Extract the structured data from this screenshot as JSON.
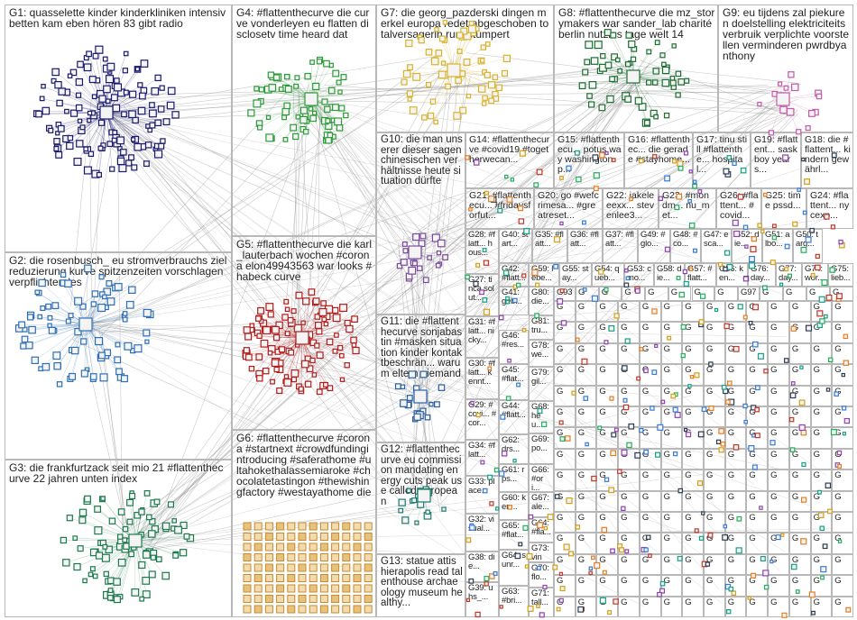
{
  "colors": {
    "background": "#ffffff",
    "border": "#b8b8b8",
    "edge": "#8a8a8a",
    "G1": "#1a1a6e",
    "G2": "#2e6fb5",
    "G3": "#1e7a4e",
    "G4": "#2e9b3a",
    "G5": "#b21d1d",
    "G6": "#c98a2e",
    "G7": "#d8b32c",
    "G8": "#1e6e33",
    "G9": "#c65aa8"
  },
  "groups": [
    {
      "id": "G1",
      "label": "G1: quasselette kinder kinderkliniken intensivbetten kam eben hören 83 gibt radio"
    },
    {
      "id": "G2",
      "label": "G2: die rosenbusch_ eu stromverbrauchs ziel reduzierung kurve spitzenzeiten vorschlagen verpflichtendes"
    },
    {
      "id": "G3",
      "label": "G3: die frankfurtzack seit mio 21 #flattenthecurve 22 jahren unten index"
    },
    {
      "id": "G4",
      "label": "G4: #flattenthecurve die curve vonderleyen eu flatten disclosetv time heard dat"
    },
    {
      "id": "G5",
      "label": "G5: #flattenthecurve die karl_lauterbach wochen #corona elon49943563 war looks #habeck curve"
    },
    {
      "id": "G6",
      "label": "G6: #flattenthecurve #corona #startnext #crowdfundingintroducing #saferathome #ultahokethalassemiaroke #chocolatetastingon #thewishingfactory #westayathome die"
    },
    {
      "id": "G7",
      "label": "G7: die georg_pazderski dingen merkel europa redet abgeschoben totalversagerin rum stumpert"
    },
    {
      "id": "G8",
      "label": "G8: #flattenthecurve die mz_storymakers war sander_lab charitéberlin nutzlos tage welt 14"
    },
    {
      "id": "G9",
      "label": "G9: eu tijdens zal piekuren doelstelling elektriciteitsverbruik verplichte voorstellen verminderen pwrdbyanthony"
    },
    {
      "id": "G10",
      "label": "G10: die man unserer dieser sagen chinesischen verhältnisse heute situation dürfte"
    },
    {
      "id": "G11",
      "label": "G11: die #flattenthecurve sonjabastin #masken situation kinder kontaktbeschrän... warum eltern niemand"
    },
    {
      "id": "G12",
      "label": "G12: #flattenthecurve eu commission mandating energy cuts peak use called european"
    },
    {
      "id": "G13",
      "label": "G13: statue attis hierapolis read talenthouse archaeology museum healthy..."
    },
    {
      "id": "G14",
      "label": "G14: #flattenthecurve #covid19 #togetherwecan..."
    },
    {
      "id": "G15",
      "label": "G15: #flattenthecu... potus way washingtonp..."
    },
    {
      "id": "G16",
      "label": "G16: #flattenthec... die gerade #stayhome..."
    },
    {
      "id": "G17",
      "label": "G17: tinu still #flattenthe... hospital..."
    },
    {
      "id": "G19",
      "label": "G19: #flattent... saskboy years..."
    },
    {
      "id": "G18",
      "label": "G18: die #flattent... kindern gewährl..."
    },
    {
      "id": "G21",
      "label": "G21: #flattenthecu... #fridaysforfut..."
    },
    {
      "id": "G20",
      "label": "G20: go #wefcrimesa... #greatreset..."
    },
    {
      "id": "G22",
      "label": "G22: jakeleeexx... stevenlee3..."
    },
    {
      "id": "G23",
      "label": "G23: #mondm... nu_met..."
    },
    {
      "id": "G26",
      "label": "G26: #flattent... #covid..."
    },
    {
      "id": "G25",
      "label": "G25: time pssd..."
    },
    {
      "id": "G24",
      "label": "G24: #flattent... nycexp..."
    },
    {
      "id": "G28",
      "label": "G28: #flatt... hous..."
    },
    {
      "id": "G40",
      "label": "G40: start..."
    },
    {
      "id": "G35",
      "label": "G35: #flatt..."
    },
    {
      "id": "G36",
      "label": "G36: #flatt..."
    },
    {
      "id": "G37",
      "label": "G37: #flatt..."
    },
    {
      "id": "G49",
      "label": "G49: #glo..."
    },
    {
      "id": "G48",
      "label": "G48: #co..."
    },
    {
      "id": "G47",
      "label": "G47: esca..."
    },
    {
      "id": "G52",
      "label": "G52: die..."
    },
    {
      "id": "G51",
      "label": "G51: albo..."
    },
    {
      "id": "G50",
      "label": "G50: targ..."
    },
    {
      "id": "G27",
      "label": "G27: tinca solut..."
    },
    {
      "id": "G42",
      "label": "G42: #flatt..."
    },
    {
      "id": "G59",
      "label": "G59: lebe..."
    },
    {
      "id": "G55",
      "label": "G55: stay..."
    },
    {
      "id": "G54",
      "label": "G54: queb..."
    },
    {
      "id": "G53",
      "label": "G53: cmo..."
    },
    {
      "id": "G58",
      "label": "G58: die..."
    },
    {
      "id": "G57",
      "label": "G57: #flatt..."
    },
    {
      "id": "G56",
      "label": "G56: ken..."
    },
    {
      "id": "G76",
      "label": "G76: day..."
    },
    {
      "id": "G77",
      "label": "G77: day..."
    },
    {
      "id": "G74",
      "label": "G74: wor..."
    },
    {
      "id": "G75",
      "label": "G75: lieb..."
    },
    {
      "id": "G41",
      "label": "G41: geb..."
    },
    {
      "id": "G80",
      "label": "G80: die..."
    },
    {
      "id": "G93",
      "label": "G93"
    },
    {
      "id": "G97",
      "label": "G97"
    },
    {
      "id": "G31",
      "label": "G31: #flatt... nicky..."
    },
    {
      "id": "G81",
      "label": "G81: tru..."
    },
    {
      "id": "G46",
      "label": "G46: #res..."
    },
    {
      "id": "G78",
      "label": "G78: we..."
    },
    {
      "id": "G30",
      "label": "G30: #flatt... kennt..."
    },
    {
      "id": "G45",
      "label": "G45: #flat..."
    },
    {
      "id": "G79",
      "label": "G79: gil..."
    },
    {
      "id": "G29",
      "label": "G29: #covi... #cor..."
    },
    {
      "id": "G44",
      "label": "G44: #flatt..."
    },
    {
      "id": "G68",
      "label": "G68: heu..."
    },
    {
      "id": "G34",
      "label": "G34: #flatt..."
    },
    {
      "id": "G62",
      "label": "G62: drs..."
    },
    {
      "id": "G69",
      "label": "G69: po..."
    },
    {
      "id": "G61",
      "label": "G61: rps..."
    },
    {
      "id": "G66",
      "label": "G66: #ori..."
    },
    {
      "id": "G33",
      "label": "G33: place..."
    },
    {
      "id": "G60",
      "label": "G60: ken..."
    },
    {
      "id": "G67",
      "label": "G67: ale..."
    },
    {
      "id": "G32",
      "label": "G32: visual..."
    },
    {
      "id": "G64",
      "label": "G64: #fla..."
    },
    {
      "id": "G65",
      "label": "G65: #flat..."
    },
    {
      "id": "G73",
      "label": "G73: vinu..."
    },
    {
      "id": "G38",
      "label": "G38: die..."
    },
    {
      "id": "G64b",
      "label": "G64: sunr..."
    },
    {
      "id": "G70",
      "label": "G70: flo..."
    },
    {
      "id": "G39",
      "label": "G39: uhs_..."
    },
    {
      "id": "G63",
      "label": "G63: #bri..."
    },
    {
      "id": "G71",
      "label": "G71: tall..."
    }
  ],
  "small_cell_prefix": "G"
}
